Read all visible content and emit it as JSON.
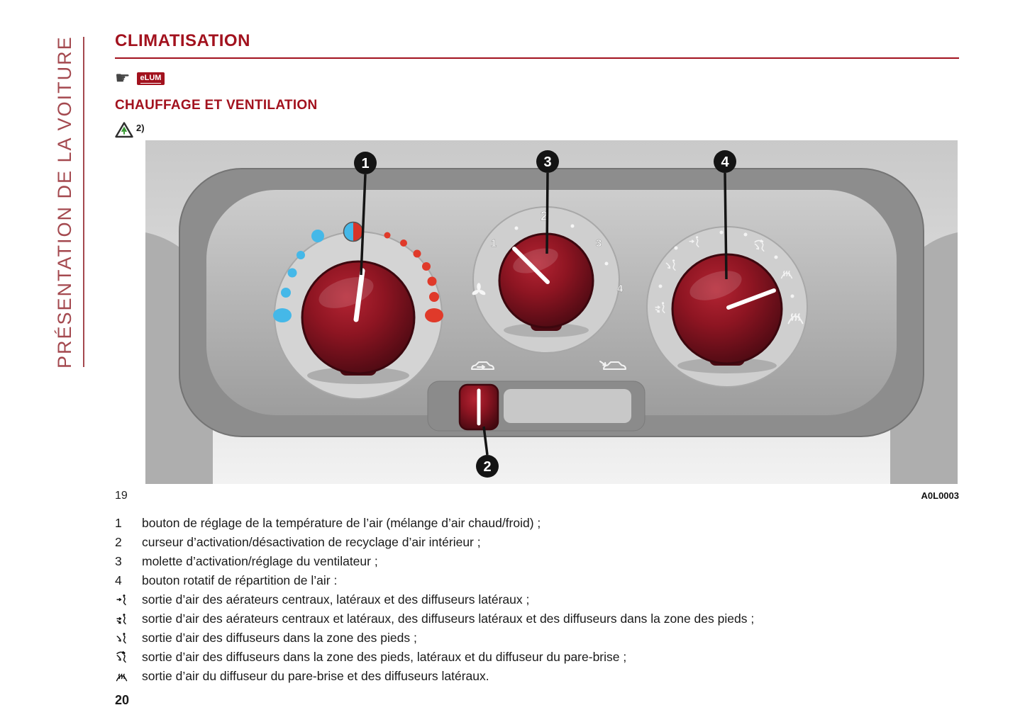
{
  "sidebar": {
    "label": "PRÉSENTATION DE LA VOITURE"
  },
  "page": {
    "title": "CLIMATISATION",
    "subtitle": "CHAUFFAGE ET VENTILATION",
    "elum_label": "eLUM",
    "note_ref": "2)",
    "figure_number": "19",
    "figure_code": "A0L0003",
    "page_number": "20"
  },
  "figure": {
    "callouts": [
      "1",
      "2",
      "3",
      "4"
    ],
    "fan_scale": [
      "1",
      "2",
      "3",
      "4"
    ]
  },
  "legend": [
    {
      "num": "1",
      "text": "bouton de réglage de la température de l’air (mélange d’air chaud/froid) ;"
    },
    {
      "num": "2",
      "text": "curseur d’activation/désactivation de recyclage d’air intérieur ;"
    },
    {
      "num": "3",
      "text": "molette d’activation/réglage du ventilateur ;"
    },
    {
      "num": "4",
      "text": "bouton rotatif de répartition de l’air :"
    }
  ],
  "air_outlets": [
    {
      "icon": "vent-face-icon",
      "text": "sortie d’air des aérateurs centraux, latéraux et des diffuseurs latéraux ;"
    },
    {
      "icon": "vent-face-feet-icon",
      "text": "sortie d’air des aérateurs centraux et latéraux, des diffuseurs latéraux et des diffuseurs dans la zone des pieds ;"
    },
    {
      "icon": "vent-feet-icon",
      "text": "sortie d’air des diffuseurs dans la zone des pieds ;"
    },
    {
      "icon": "vent-feet-windshield-icon",
      "text": "sortie d’air des diffuseurs dans la zone des pieds, latéraux et du diffuseur du pare-brise ;"
    },
    {
      "icon": "vent-windshield-icon",
      "text": "sortie d’air du diffuseur du pare-brise et des diffuseurs latéraux."
    }
  ],
  "colors": {
    "accent_red": "#A2121E",
    "sidebar_red": "#A4494F",
    "knob_maroon": "#8C1422",
    "cold_blue": "#45B8E8",
    "hot_red": "#E03A2A",
    "eco_green": "#3A9B35"
  }
}
